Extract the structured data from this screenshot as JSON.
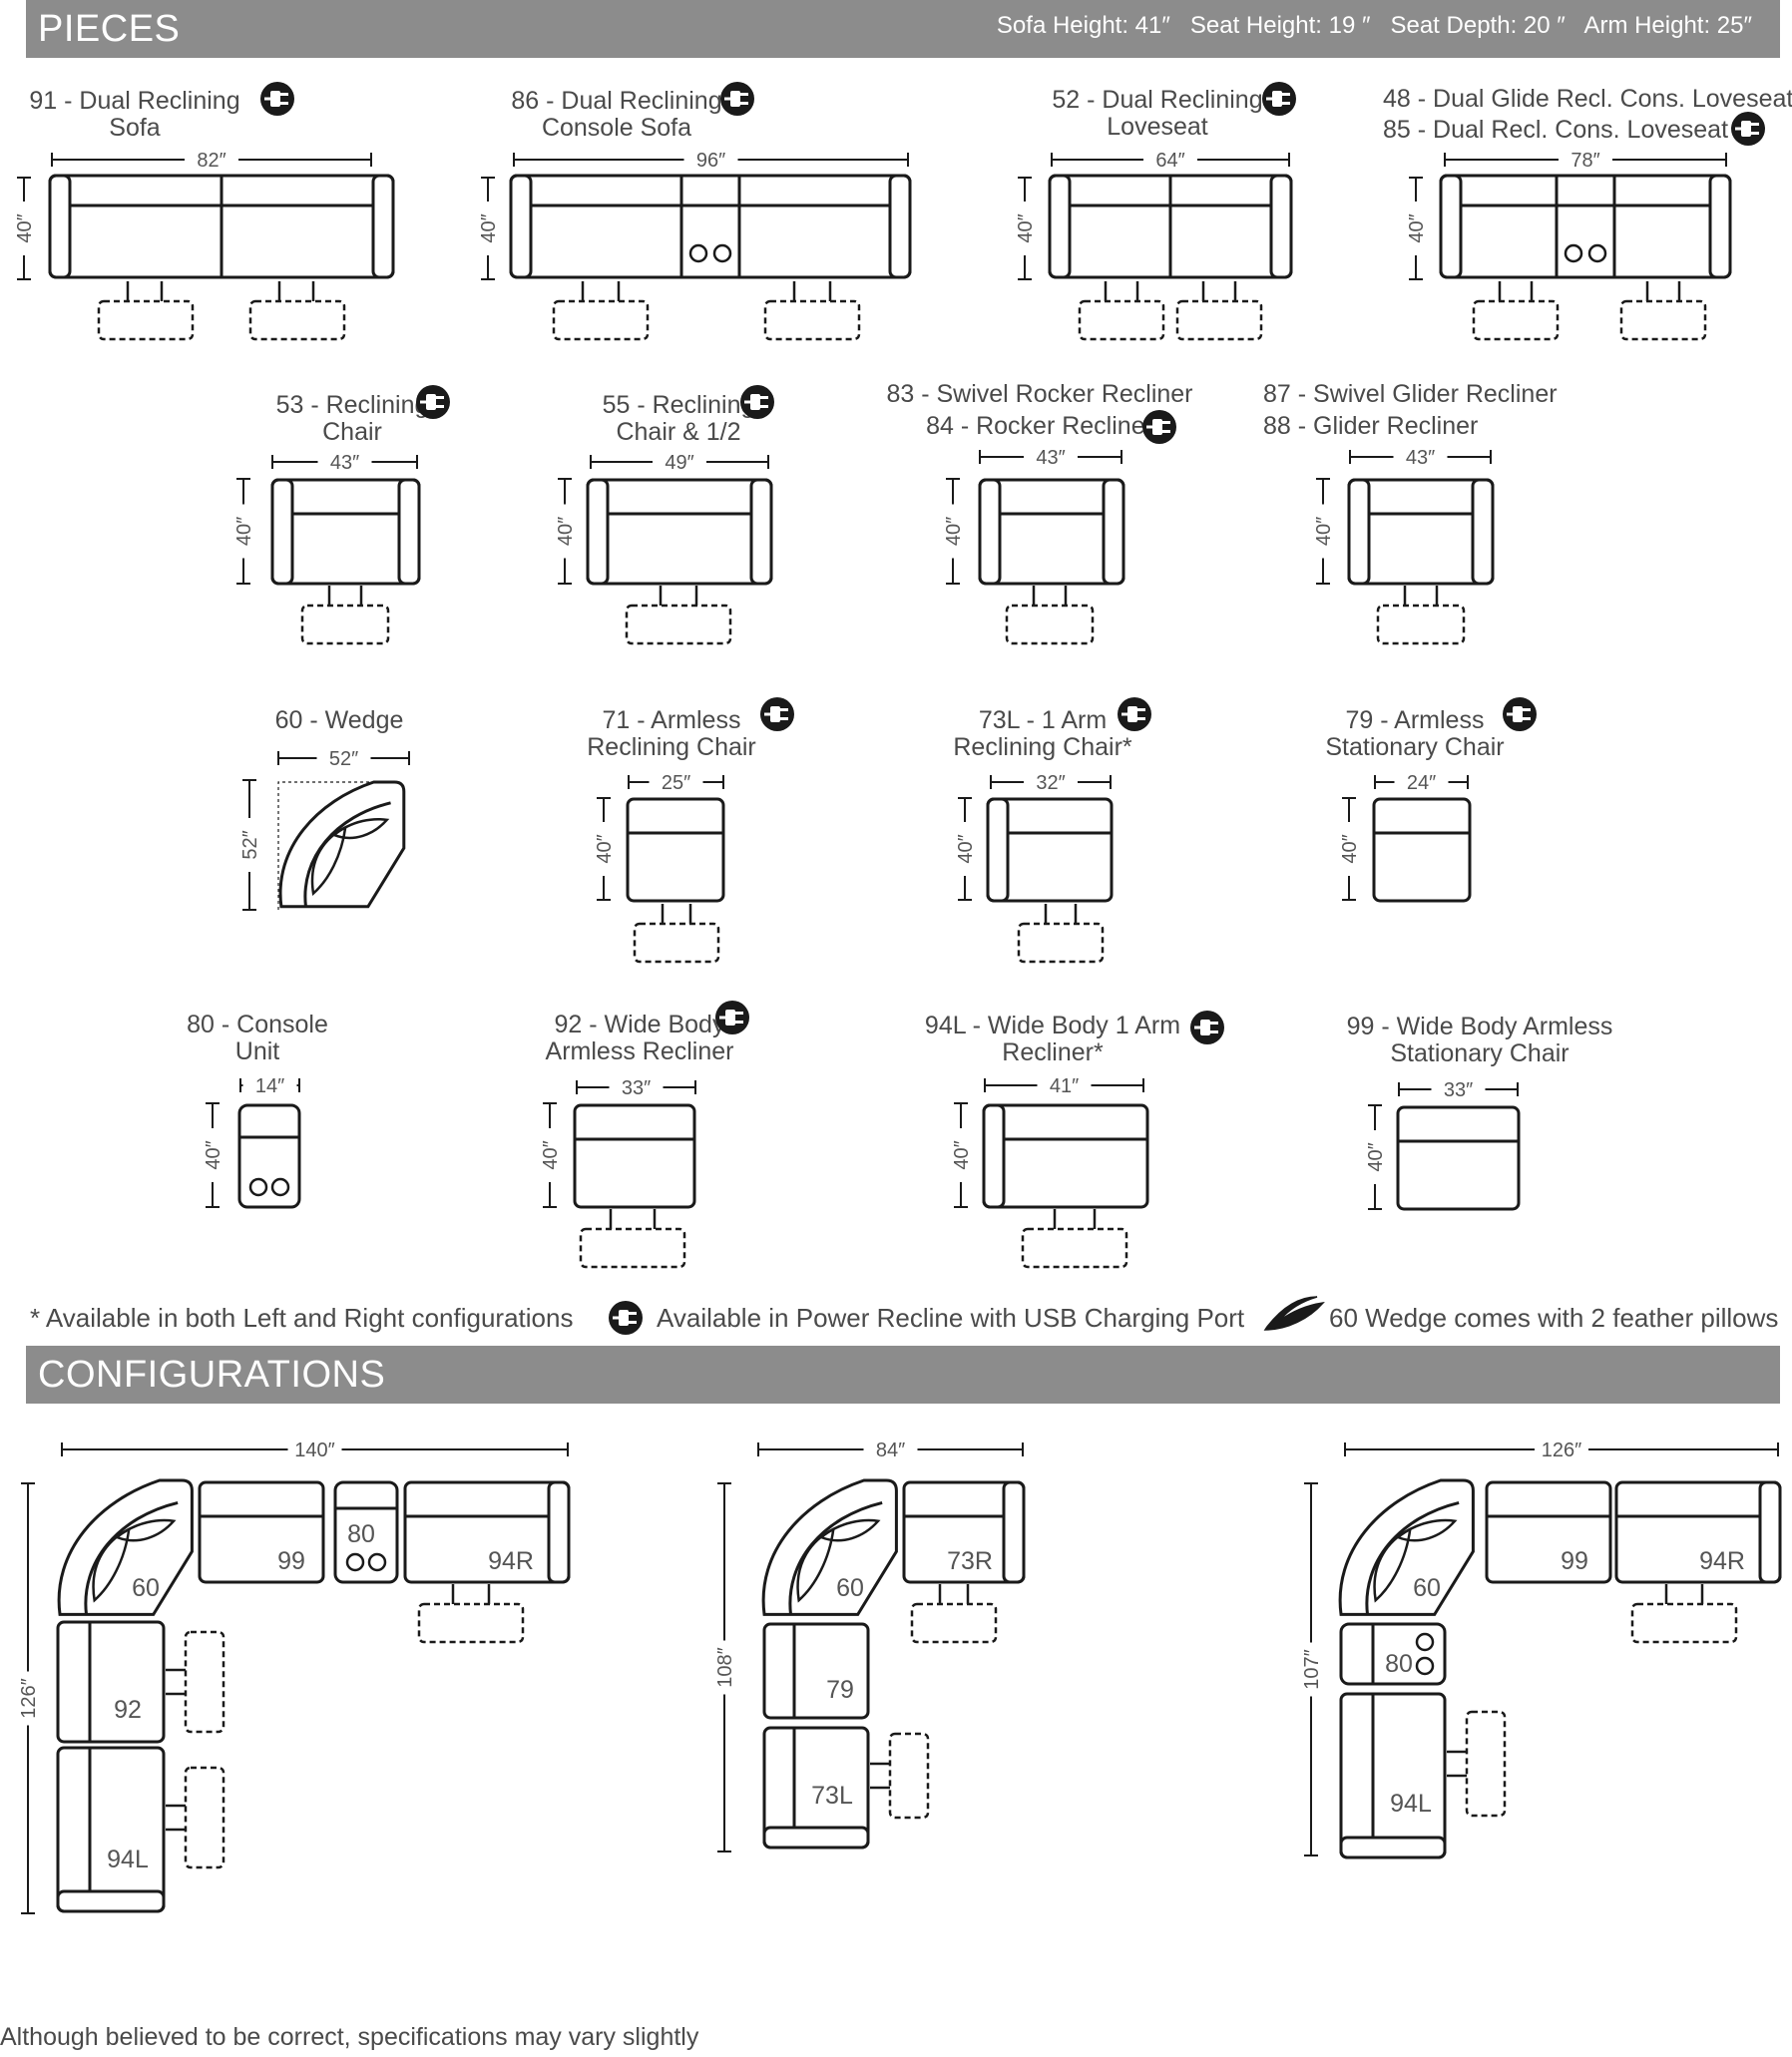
{
  "pieces_header": {
    "title": "PIECES",
    "specs": "Sofa Height: 41″   Seat Height: 19 ″   Seat Depth: 20 ″   Arm Height: 25″"
  },
  "configurations_header": {
    "title": "CONFIGURATIONS"
  },
  "pieces": [
    {
      "id": "p91",
      "lines": [
        "91 - Dual Reclining",
        "Sofa"
      ],
      "width": "82″",
      "depth": "40″",
      "power": true
    },
    {
      "id": "p86",
      "lines": [
        "86 - Dual Reclining",
        "Console Sofa"
      ],
      "width": "96″",
      "depth": "40″",
      "power": true
    },
    {
      "id": "p52",
      "lines": [
        "52 - Dual Reclining",
        "Loveseat"
      ],
      "width": "64″",
      "depth": "40″",
      "power": true
    },
    {
      "id": "p48",
      "lines": [
        "48 - Dual Glide Recl. Cons. Loveseat",
        "85 - Dual Recl. Cons. Loveseat"
      ],
      "width": "78″",
      "depth": "40″",
      "power": true
    },
    {
      "id": "p53",
      "lines": [
        "53 - Reclining",
        "Chair"
      ],
      "width": "43″",
      "depth": "40″",
      "power": true
    },
    {
      "id": "p55",
      "lines": [
        "55 - Reclining",
        "Chair & 1/2"
      ],
      "width": "49″",
      "depth": "40″",
      "power": true
    },
    {
      "id": "p83",
      "lines": [
        "83 - Swivel Rocker Recliner",
        "84 - Rocker Recliner"
      ],
      "width": "43″",
      "depth": "40″",
      "power": true
    },
    {
      "id": "p87",
      "lines": [
        "87 - Swivel Glider Recliner",
        "88 - Glider Recliner"
      ],
      "width": "43″",
      "depth": "40″",
      "power": false
    },
    {
      "id": "p60",
      "lines": [
        "60 - Wedge"
      ],
      "width": "52″",
      "depth": "52″",
      "power": false
    },
    {
      "id": "p71",
      "lines": [
        "71 - Armless",
        "Reclining Chair"
      ],
      "width": "25″",
      "depth": "40″",
      "power": true
    },
    {
      "id": "p73",
      "lines": [
        "73L - 1 Arm",
        "Reclining Chair*"
      ],
      "width": "32″",
      "depth": "40″",
      "power": true
    },
    {
      "id": "p79",
      "lines": [
        "79 - Armless",
        "Stationary Chair"
      ],
      "width": "24″",
      "depth": "40″",
      "power": true
    },
    {
      "id": "p80",
      "lines": [
        "80 - Console",
        "Unit"
      ],
      "width": "14″",
      "depth": "40″",
      "power": false
    },
    {
      "id": "p92",
      "lines": [
        "92 - Wide Body",
        "Armless Recliner"
      ],
      "width": "33″",
      "depth": "40″",
      "power": true
    },
    {
      "id": "p94",
      "lines": [
        "94L - Wide Body 1 Arm",
        "Recliner*"
      ],
      "width": "41″",
      "depth": "40″",
      "power": true
    },
    {
      "id": "p99",
      "lines": [
        "99 - Wide Body Armless",
        "Stationary Chair"
      ],
      "width": "33″",
      "depth": "40″",
      "power": false
    }
  ],
  "legend": {
    "lr_note": "* Available in both Left and Right configurations",
    "power_note": "Available in Power Recline with USB Charging Port",
    "feather_note": "60 Wedge comes with 2 feather pillows",
    "power_icon": "power-plug-icon",
    "feather_icon": "feather-icon"
  },
  "configurations": [
    {
      "id": "c1",
      "width": "140″",
      "depth": "126″",
      "labels": [
        "60",
        "99",
        "80",
        "94R",
        "92",
        "94L"
      ]
    },
    {
      "id": "c2",
      "width": "84″",
      "depth": "108″",
      "labels": [
        "60",
        "73R",
        "79",
        "73L"
      ]
    },
    {
      "id": "c3",
      "width": "126″",
      "depth": "107″",
      "labels": [
        "60",
        "99",
        "94R",
        "80",
        "94L"
      ]
    }
  ],
  "disclaimer": "Although believed to be correct, specifications may vary slightly",
  "colors": {
    "header_bar": "#8c8c8c",
    "header_text": "#ffffff",
    "line": "#1a1a1a"
  }
}
